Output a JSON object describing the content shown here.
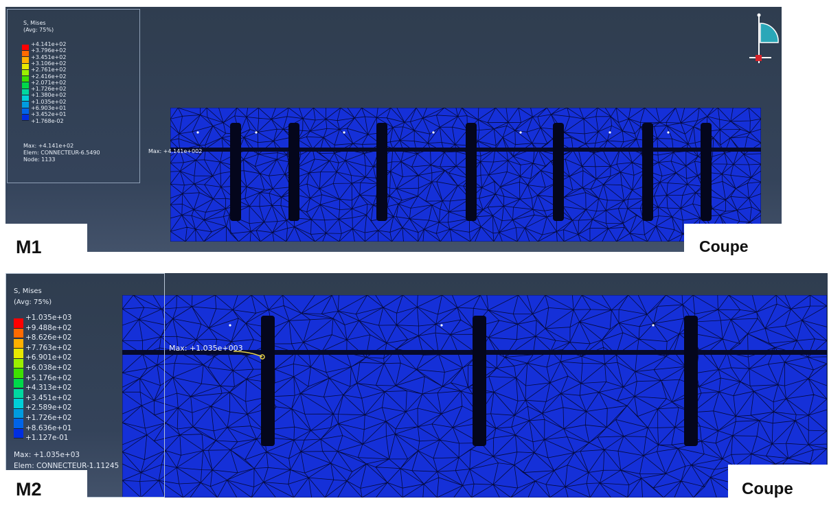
{
  "colors": {
    "background": "#34435a",
    "mesh_fill": "#1530d8",
    "mesh_lines": "#050a3a",
    "text": "#e8eef6",
    "tag_bg": "#ffffff"
  },
  "model1": {
    "label": "M1",
    "corner_label": "Coupe",
    "legend": {
      "title": "S, Mises",
      "avg": "(Avg: 75%)",
      "values": [
        "+4.141e+02",
        "+3.796e+02",
        "+3.451e+02",
        "+3.106e+02",
        "+2.761e+02",
        "+2.416e+02",
        "+2.071e+02",
        "+1.726e+02",
        "+1.380e+02",
        "+1.035e+02",
        "+6.903e+01",
        "+3.452e+01",
        "+1.768e-02"
      ],
      "max_line": "Max: +4.141e+02",
      "elem_line": "Elem: CONNECTEUR-6.5490",
      "node_line": "Node: 1133"
    },
    "max_marker": "Max: +4.141e+002"
  },
  "model2": {
    "label": "M2",
    "corner_label": "Coupe",
    "legend": {
      "title": "S, Mises",
      "avg": "(Avg: 75%)",
      "values": [
        "+1.035e+03",
        "+9.488e+02",
        "+8.626e+02",
        "+7.763e+02",
        "+6.901e+02",
        "+6.038e+02",
        "+5.176e+02",
        "+4.313e+02",
        "+3.451e+02",
        "+2.589e+02",
        "+1.726e+02",
        "+8.636e+01",
        "+1.127e-01"
      ],
      "max_line": "Max: +1.035e+03",
      "elem_line": "Elem: CONNECTEUR-1.11245"
    },
    "max_marker": "Max: +1.035e+003"
  },
  "contour_colors": [
    "#ff0000",
    "#ff6a00",
    "#ffb000",
    "#e8e800",
    "#9bf000",
    "#3ee000",
    "#00d84a",
    "#00d8a0",
    "#00d0d8",
    "#009ce0",
    "#0064e8",
    "#002ee0",
    "#0000d0"
  ],
  "triad_icon": "view-orientation-triad-icon"
}
